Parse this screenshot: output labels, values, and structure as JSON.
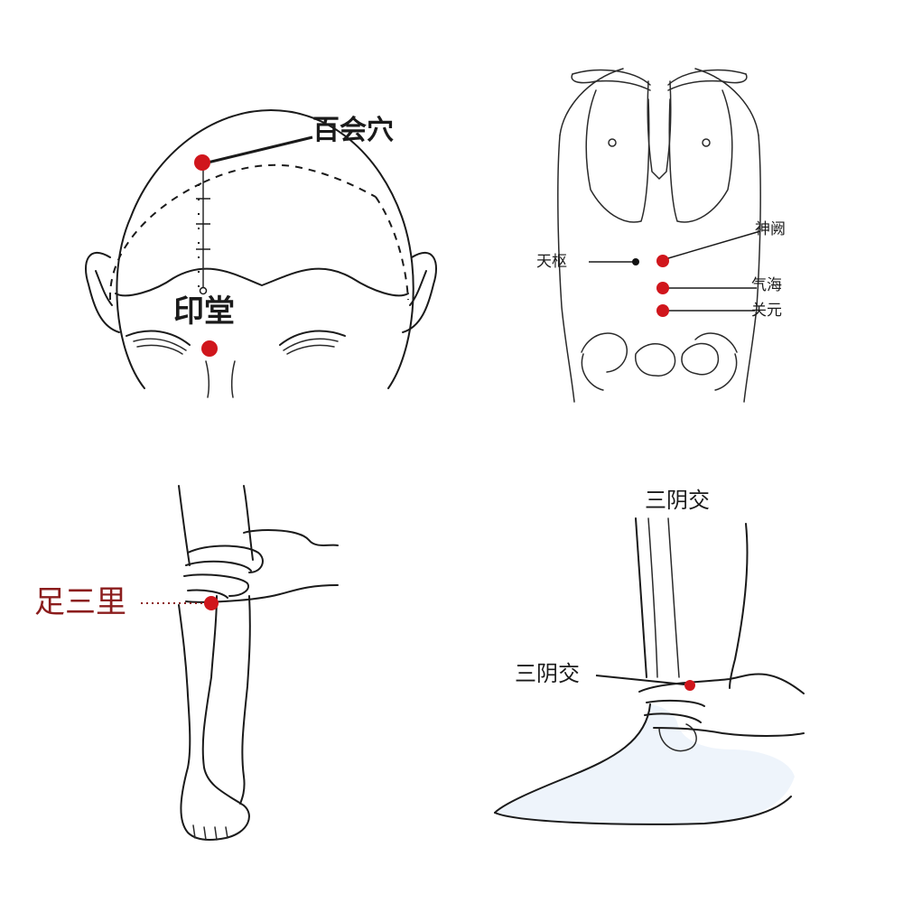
{
  "panels": {
    "head": {
      "points": [
        {
          "label": "百会穴"
        },
        {
          "label": "印堂"
        }
      ]
    },
    "torso": {
      "points": [
        {
          "label": "天枢"
        },
        {
          "label": "神阙"
        },
        {
          "label": "气海"
        },
        {
          "label": "关元"
        }
      ]
    },
    "leg": {
      "points": [
        {
          "label": "足三里"
        }
      ]
    },
    "ankle": {
      "title": "三阴交",
      "points": [
        {
          "label": "三阴交"
        }
      ]
    }
  },
  "colors": {
    "point": "#d0161c",
    "point_dark": "#111111",
    "leg_label": "#8b1c1c",
    "ink": "#1a1a1a",
    "ankle_fill": "#eef4fb",
    "panel_bg": "#ffffff"
  }
}
